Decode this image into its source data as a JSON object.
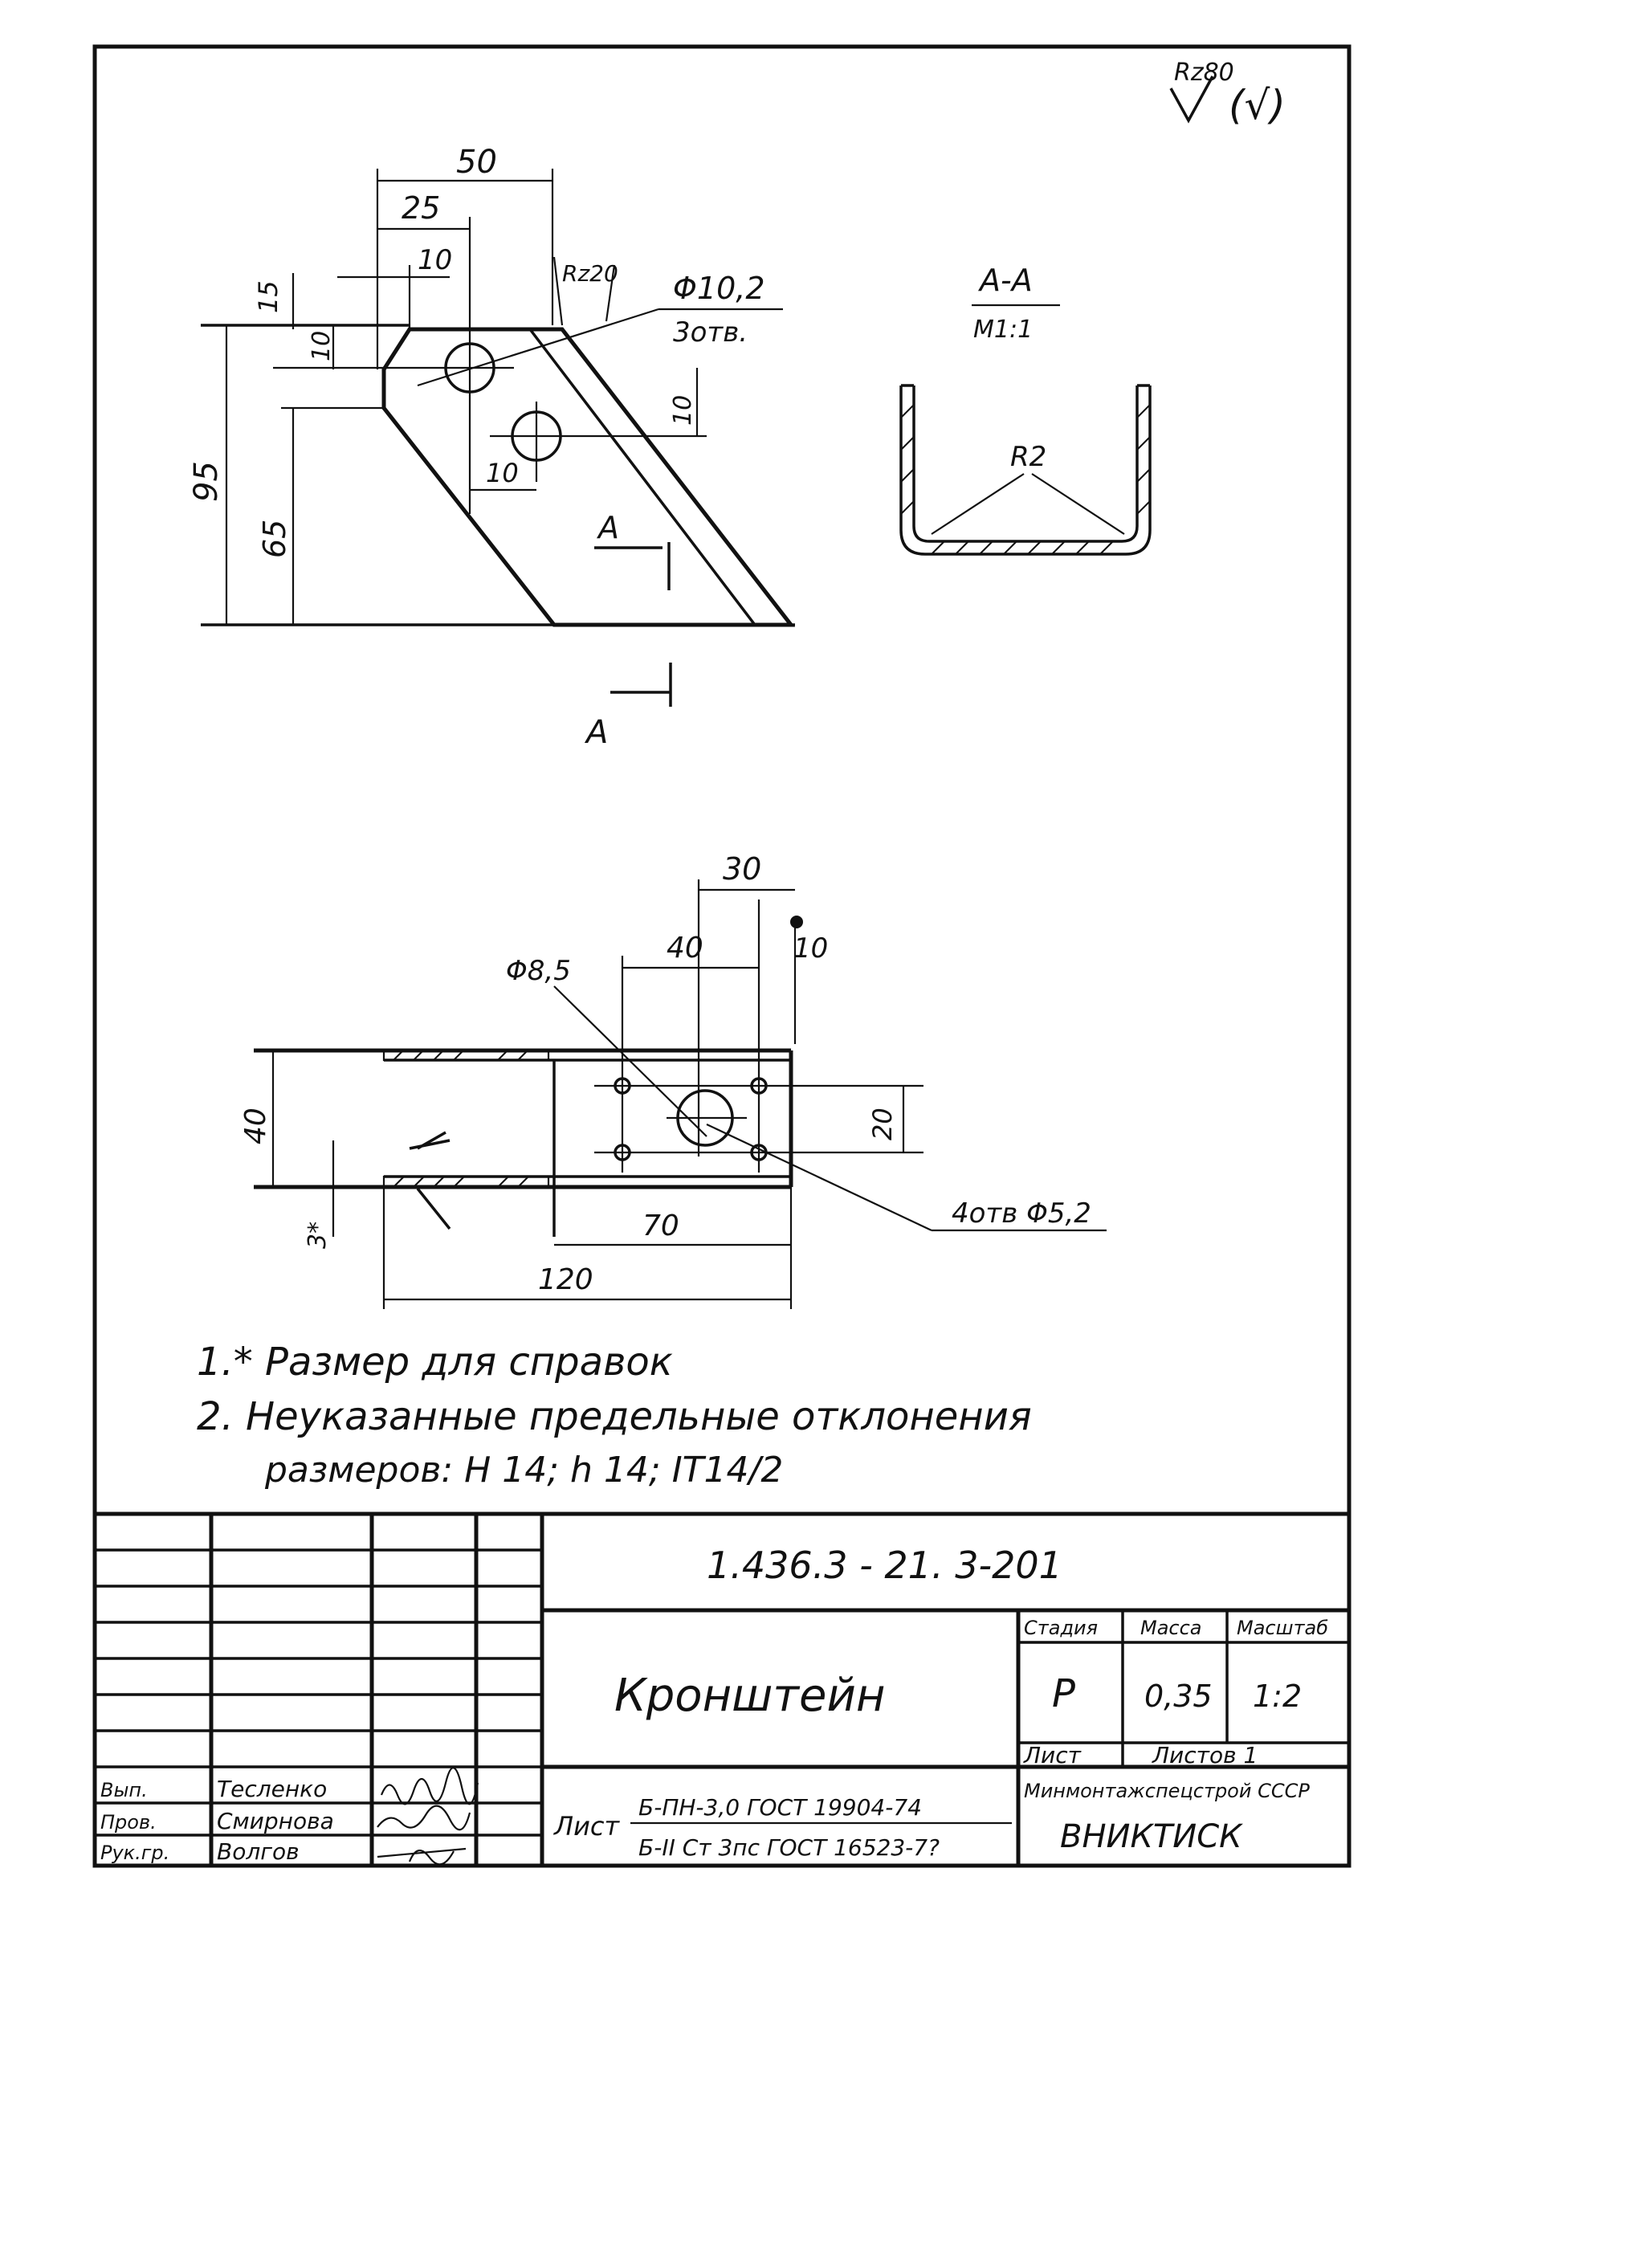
{
  "roughness": {
    "symbol": "Rz80",
    "paren": "(√)"
  },
  "view1": {
    "dims": {
      "d50": "50",
      "d25": "25",
      "d10a": "10",
      "d15": "15",
      "d10b": "10",
      "d95": "95",
      "d65": "65",
      "d10c": "10",
      "d10d": "10"
    },
    "rz": "Rz20",
    "hole": {
      "dia": "Φ10,2",
      "count": "3отв."
    },
    "cut_mark": "A"
  },
  "section": {
    "title": "А-А",
    "scale": "М1:1",
    "radius": "R2"
  },
  "view2": {
    "dims": {
      "d30": "30",
      "d40": "40",
      "d10": "10",
      "dia": "Φ8,5",
      "d40v": "40",
      "d20": "20",
      "d3": "3*",
      "d70": "70",
      "d120": "120"
    },
    "holes": "4отв Φ5,2"
  },
  "notes": [
    "1.* Размер   для   справок",
    "2. Неуказанные   предельные   отклонения",
    "размеров:  Н 14;  h 14;  IT14/2"
  ],
  "title_block": {
    "doc_number": "1.436.3 - 21.  3-201",
    "part_name": "Кронштейн",
    "stage_header": "Стадия",
    "mass_header": "Масса",
    "scale_header": "Масштаб",
    "stage": "Р",
    "mass": "0,35",
    "scale": "1:2",
    "sheet_label": "Лист",
    "sheets_label": "Листов  1",
    "org_top": "Минмонтажспецстрой СССР",
    "org": "ВНИКТИСК",
    "material_label": "Лист",
    "material_line1": "Б-ПН-3,0 ГОСТ 19904-74",
    "material_line2": "Б-II Ст 3пс ГОСТ 16523-7?",
    "signers": [
      {
        "role": "Вып.",
        "name": "Тесленко"
      },
      {
        "role": "Пров.",
        "name": "Смирнова"
      },
      {
        "role": "Рук.гр.",
        "name": "Волгов"
      }
    ]
  }
}
